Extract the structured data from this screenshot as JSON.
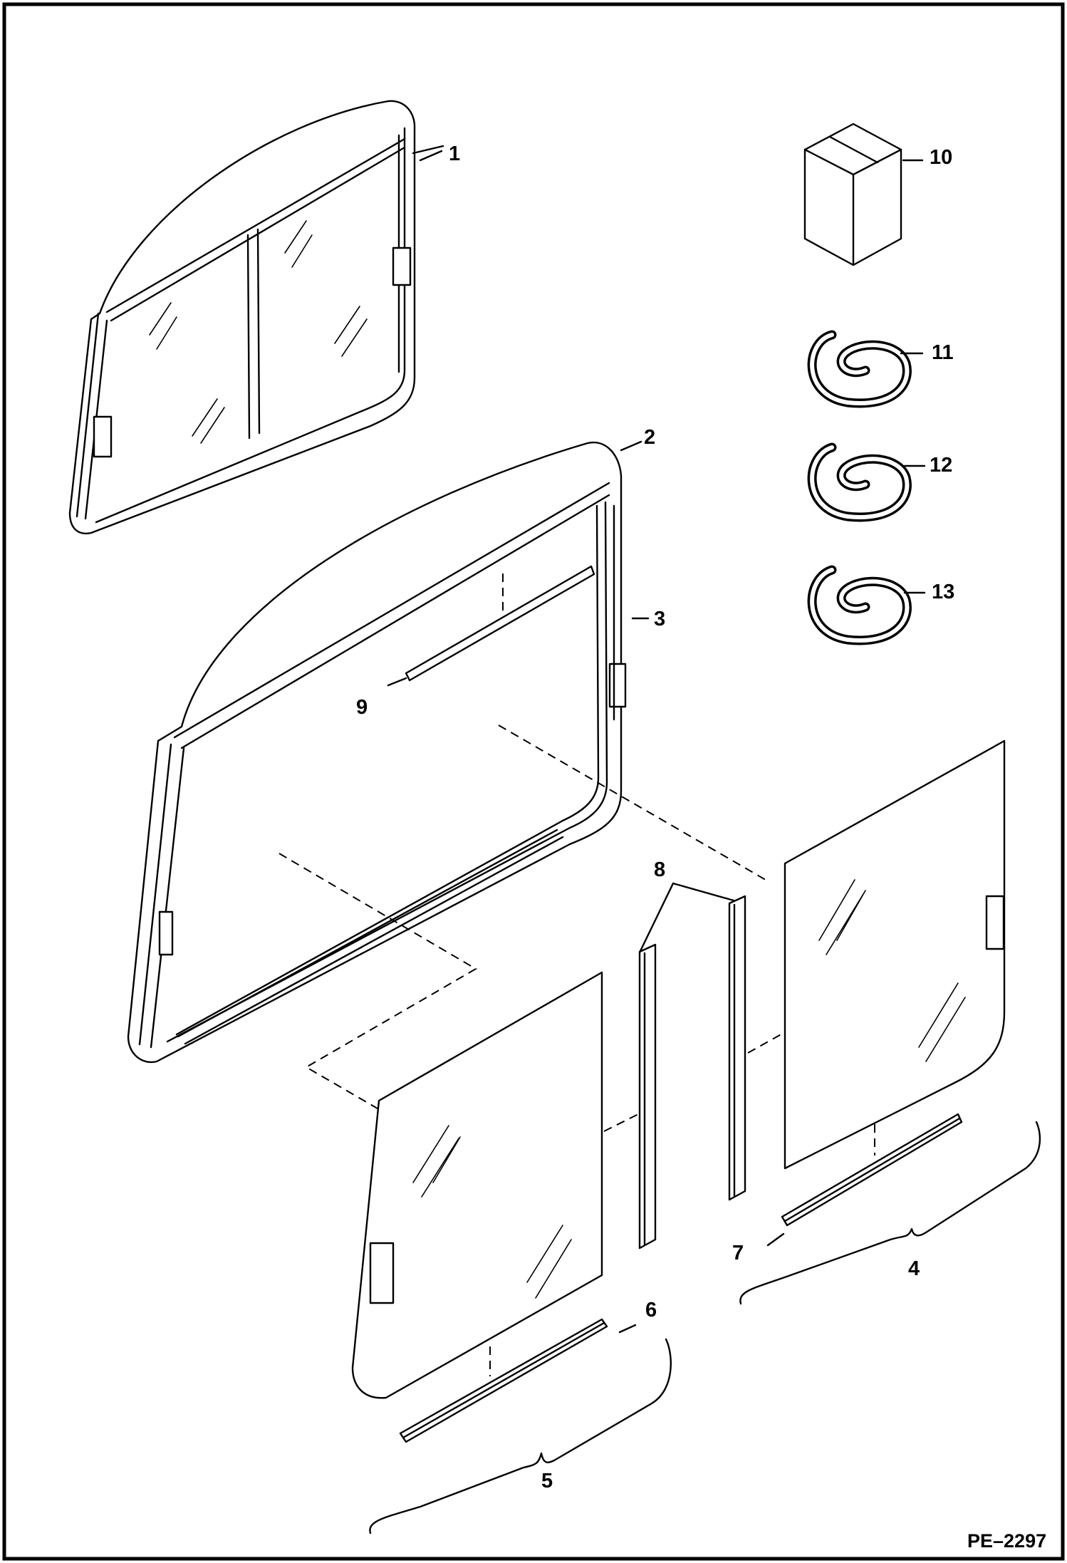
{
  "document_id": "PE–2297",
  "callouts": [
    "1",
    "2",
    "3",
    "4",
    "5",
    "6",
    "7",
    "8",
    "9",
    "10",
    "11",
    "12",
    "13"
  ],
  "parts": [
    {
      "callout": "1",
      "icon": "upper-window-frame-icon"
    },
    {
      "callout": "2",
      "icon": "lower-window-frame-icon"
    },
    {
      "callout": "3",
      "icon": "frame-latch-strip-icon"
    },
    {
      "callout": "4",
      "icon": "right-glass-panel-icon"
    },
    {
      "callout": "5",
      "icon": "left-glass-panel-icon"
    },
    {
      "callout": "6",
      "icon": "bottom-channel-icon"
    },
    {
      "callout": "7",
      "icon": "bottom-channel-icon"
    },
    {
      "callout": "8",
      "icon": "vertical-seal-strip-icon"
    },
    {
      "callout": "9",
      "icon": "top-channel-strip-icon"
    },
    {
      "callout": "10",
      "icon": "box-icon"
    },
    {
      "callout": "11",
      "icon": "coiled-seal-icon"
    },
    {
      "callout": "12",
      "icon": "coiled-seal-icon"
    },
    {
      "callout": "13",
      "icon": "coiled-seal-icon"
    }
  ]
}
